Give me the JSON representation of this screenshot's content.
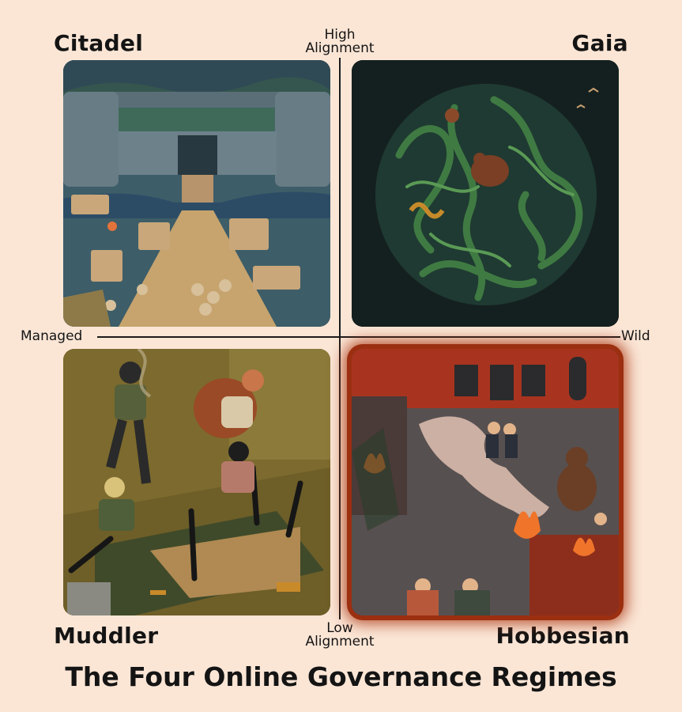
{
  "title": "The Four Online Governance Regimes",
  "axes": {
    "top_line1": "High",
    "top_line2": "Alignment",
    "bottom_line1": "Low",
    "bottom_line2": "Alignment",
    "left": "Managed",
    "right": "Wild"
  },
  "quadrants": {
    "top_left": "Citadel",
    "top_right": "Gaia",
    "bottom_left": "Muddler",
    "bottom_right": "Hobbesian"
  },
  "highlighted_quadrant": "Hobbesian",
  "colors": {
    "background": "#fbe6d6",
    "text": "#141414",
    "highlight_glow": "#9b2f10"
  }
}
